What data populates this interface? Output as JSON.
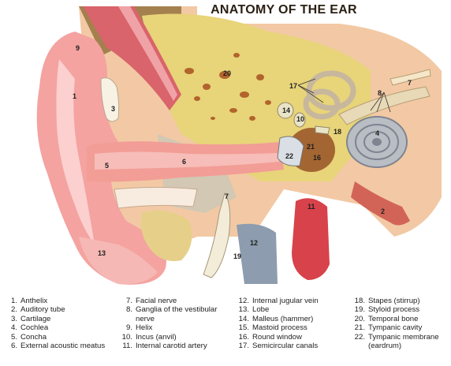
{
  "title": "ANATOMY OF THE EAR",
  "callouts": [
    "1",
    "2",
    "3",
    "4",
    "5",
    "6",
    "7",
    "8",
    "9",
    "10",
    "11",
    "12",
    "13",
    "14",
    "16",
    "17",
    "18",
    "19",
    "20",
    "21",
    "22"
  ],
  "legend": [
    {
      "n": "1.",
      "t": "Anthelix"
    },
    {
      "n": "2.",
      "t": "Auditory tube"
    },
    {
      "n": "3.",
      "t": "Cartilage"
    },
    {
      "n": "4.",
      "t": "Cochlea"
    },
    {
      "n": "5.",
      "t": "Concha"
    },
    {
      "n": "6.",
      "t": "External acoustic meatus"
    },
    {
      "n": "7.",
      "t": "Facial nerve"
    },
    {
      "n": "8.",
      "t": "Ganglia of the vestibular nerve"
    },
    {
      "n": "9.",
      "t": "Helix"
    },
    {
      "n": "10.",
      "t": "Incus (anvil)"
    },
    {
      "n": "11.",
      "t": "Internal carotid artery"
    },
    {
      "n": "12.",
      "t": "Internal jugular vein"
    },
    {
      "n": "13.",
      "t": "Lobe"
    },
    {
      "n": "14.",
      "t": "Malleus (hammer)"
    },
    {
      "n": "15.",
      "t": "Mastoid process"
    },
    {
      "n": "16.",
      "t": "Round window"
    },
    {
      "n": "17.",
      "t": "Semicircular canals"
    },
    {
      "n": "18.",
      "t": "Stapes (stirrup)"
    },
    {
      "n": "19.",
      "t": "Styloid process"
    },
    {
      "n": "20.",
      "t": "Temporal bone"
    },
    {
      "n": "21.",
      "t": "Tympanic cavity"
    },
    {
      "n": "22.",
      "t": "Tympanic membrane (eardrum)"
    }
  ]
}
